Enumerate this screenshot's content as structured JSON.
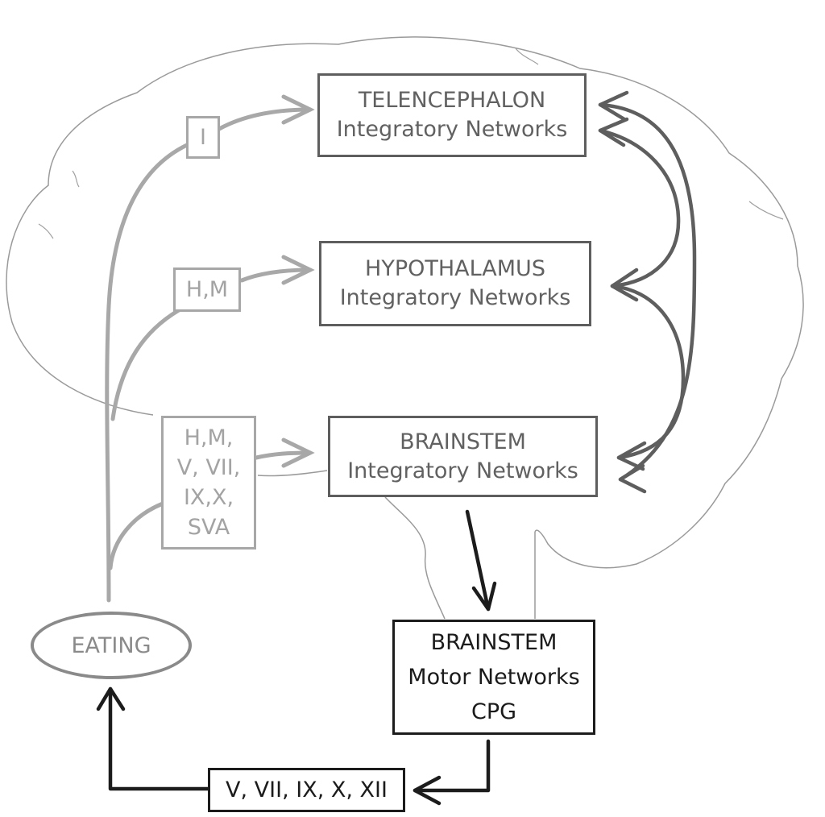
{
  "nodes": {
    "telencephalon": {
      "title": "TELENCEPHALON",
      "subtitle": "Integratory Networks"
    },
    "hypothalamus": {
      "title": "HYPOTHALAMUS",
      "subtitle": "Integratory Networks"
    },
    "brainstem_int": {
      "title": "BRAINSTEM",
      "subtitle": "Integratory Networks"
    },
    "brainstem_motor": {
      "line1": "BRAINSTEM",
      "line2": "Motor Networks",
      "line3": "CPG"
    },
    "nerves_out": {
      "label": "V, VII, IX, X, XII"
    },
    "eating": {
      "label": "EATING"
    }
  },
  "afferent_labels": {
    "i": "I",
    "hm": "H,M",
    "brainstem_inputs": {
      "line1": "H,M,",
      "line2": "V, VII,",
      "line3": "IX,X,",
      "line4": "SVA"
    }
  },
  "colors": {
    "outline": "#9a9a9a",
    "afferent": "#a8a8a8",
    "integratory": "#5e5e5e",
    "motor": "#1c1c1c"
  }
}
